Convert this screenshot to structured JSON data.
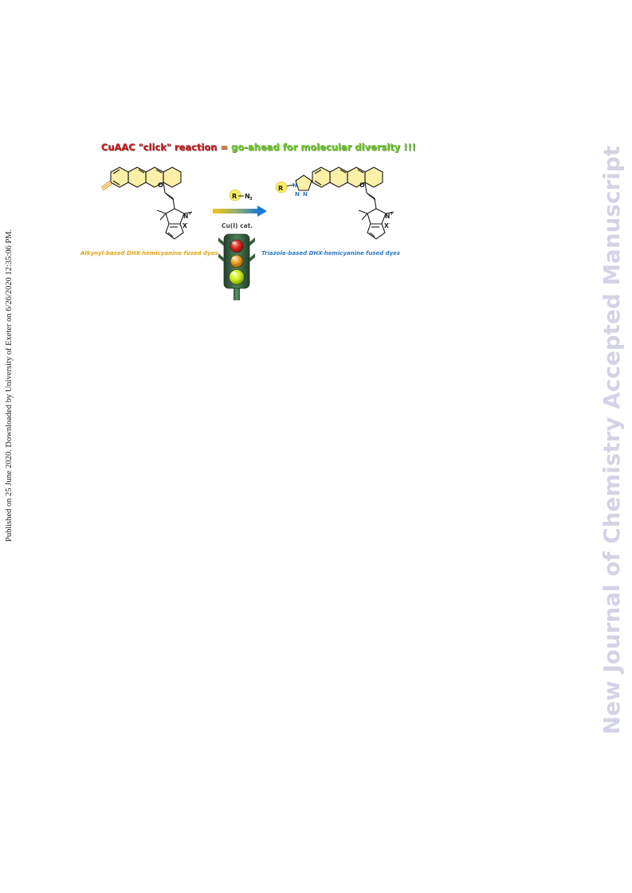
{
  "side_note": "Published on 25 June 2020. Downloaded by University of Exeter on 6/26/2020 12:35:06 PM.",
  "watermark": "New Journal of Chemistry Accepted Manuscript",
  "graphic": {
    "headline": {
      "part1": "CuAAC \"click\" reaction",
      "part2": " = ",
      "part3": "go-ahead for molecular diversity !!!"
    },
    "reagent": {
      "r": "R",
      "n3": "N",
      "sub": "3"
    },
    "catalyst": "Cu(I) cat.",
    "left_caption": "Alkynyl-based DHX-hemicyanine fused dyes",
    "right_caption": "Triazole-based DHX-hemicyanine fused dyes",
    "left_labels": {
      "o": "O",
      "n": "N",
      "plus": "+",
      "x": "X",
      "minus": "-"
    },
    "right_labels": {
      "r": "R",
      "o": "O",
      "n": "N",
      "plus": "+",
      "x": "X",
      "minus": "-",
      "n1": "N",
      "n2": "N",
      "n3": "N"
    },
    "colors": {
      "red": "#d21a1a",
      "orange": "#e57a18",
      "green": "#6ad21c",
      "ring_fill": "#fbf0a8",
      "arrow_start": "#f0c418",
      "arrow_end": "#1a78d4"
    }
  }
}
